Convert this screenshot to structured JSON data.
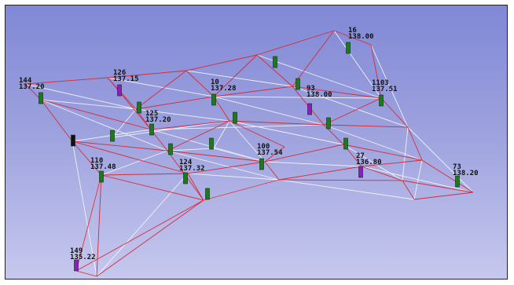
{
  "viewport": {
    "background_top": "#8088d6",
    "background_bottom": "#c6c8ee",
    "edge_color_red": "#d62b3a",
    "edge_color_white": "#f2f2f8"
  },
  "markers": [
    {
      "id": "16",
      "value": "138.00",
      "color": "#1c7a1c"
    },
    {
      "id": "126",
      "value": "137.15",
      "color": "#8a1fc0"
    },
    {
      "id": "144",
      "value": "137.20",
      "color": "#1c7a1c"
    },
    {
      "id": "10",
      "value": "137.28",
      "color": "#1c7a1c"
    },
    {
      "id": "93",
      "value": "138.00",
      "color": "#8a1fc0"
    },
    {
      "id": "1103",
      "value": "137.51",
      "color": "#1c7a1c"
    },
    {
      "id": "125",
      "value": "137.20",
      "color": "#1c7a1c"
    },
    {
      "id": "100",
      "value": "137.54",
      "color": "#1c7a1c"
    },
    {
      "id": "27",
      "value": "136.80",
      "color": "#8a1fc0"
    },
    {
      "id": "110",
      "value": "137.48",
      "color": "#1c7a1c"
    },
    {
      "id": "124",
      "value": "137.32",
      "color": "#1c7a1c"
    },
    {
      "id": "73",
      "value": "138.20",
      "color": "#1c7a1c"
    },
    {
      "id": "149",
      "value": "135.22",
      "color": "#8a1fc0"
    }
  ]
}
